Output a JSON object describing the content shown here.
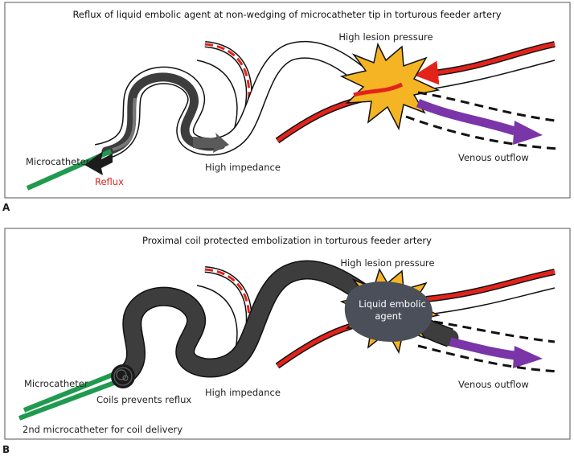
{
  "panel_a": {
    "letter": "A",
    "title": "Reflux of liquid embolic agent at non-wedging of microcatheter tip in torturous feeder artery",
    "labels": {
      "lesion_pressure": "High lesion pressure",
      "microcatheter": "Microcatheter",
      "reflux": "Reflux",
      "impedance": "High impedance",
      "venous_outflow": "Venous outflow"
    }
  },
  "panel_b": {
    "letter": "B",
    "title": "Proximal coil protected embolization in torturous feeder artery",
    "labels": {
      "lesion_pressure": "High lesion pressure",
      "liquid_embolic_line1": "Liquid embolic",
      "liquid_embolic_line2": "agent",
      "microcatheter": "Microcatheter",
      "coils": "Coils prevents reflux",
      "impedance": "High impedance",
      "venous_outflow": "Venous outflow",
      "second_microcatheter": "2nd microcatheter for coil delivery"
    }
  },
  "colors": {
    "artery_red": "#e3231b",
    "catheter_green": "#1f9a4e",
    "venous_purple": "#7a35a8",
    "burst_yellow": "#f5b423",
    "embolic_dark": "#3d3d3d",
    "reflux_arrow": "#1c1c1c",
    "panel_border": "#555555"
  }
}
